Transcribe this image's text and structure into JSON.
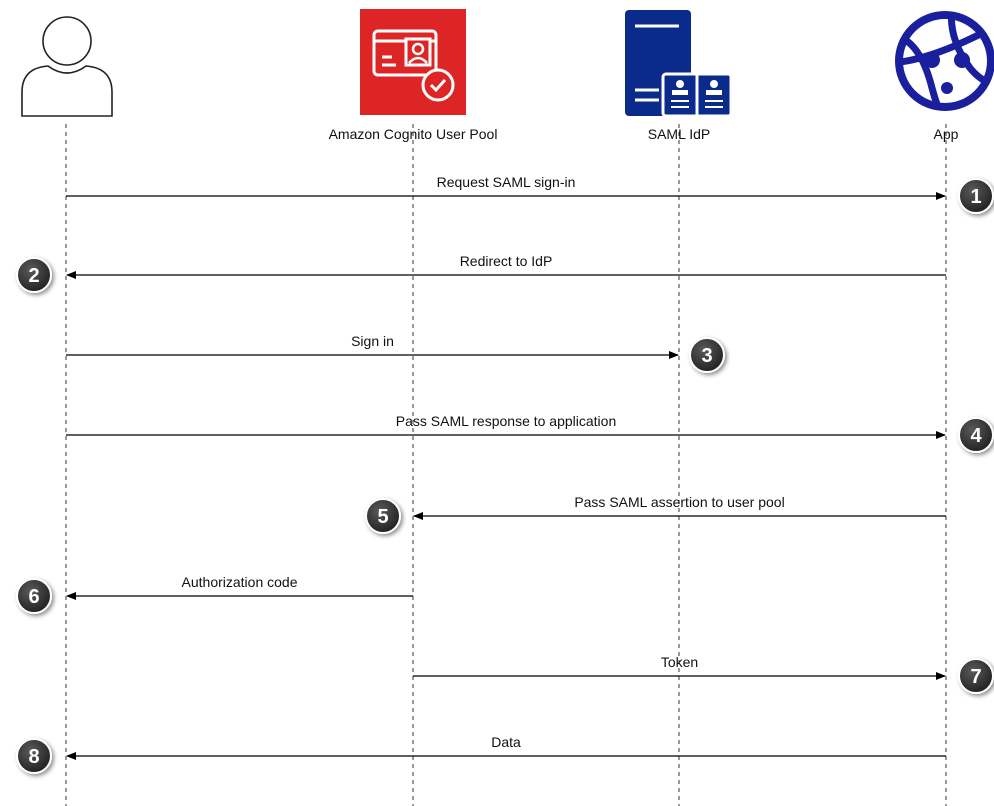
{
  "participants": [
    {
      "id": "user",
      "label": "",
      "icon": "user-icon"
    },
    {
      "id": "cognito",
      "label": "Amazon Cognito User Pool",
      "icon": "cognito-user-pool-icon",
      "color": "#DD2525"
    },
    {
      "id": "idp",
      "label": "SAML IdP",
      "icon": "saml-idp-directory-icon",
      "color": "#0A2A8C"
    },
    {
      "id": "app",
      "label": "App",
      "icon": "app-globe-icon",
      "color": "#1A1F9E"
    }
  ],
  "messages": [
    {
      "step": "1",
      "label": "Request SAML sign-in",
      "from": "user",
      "to": "app"
    },
    {
      "step": "2",
      "label": "Redirect to IdP",
      "from": "app",
      "to": "user"
    },
    {
      "step": "3",
      "label": "Sign in",
      "from": "user",
      "to": "idp"
    },
    {
      "step": "4",
      "label": "Pass SAML response to application",
      "from": "user",
      "to": "app"
    },
    {
      "step": "5",
      "label": "Pass SAML assertion to user pool",
      "from": "app",
      "to": "cognito"
    },
    {
      "step": "6",
      "label": "Authorization code",
      "from": "cognito",
      "to": "user"
    },
    {
      "step": "7",
      "label": "Token",
      "from": "cognito",
      "to": "app"
    },
    {
      "step": "8",
      "label": "Data",
      "from": "app",
      "to": "user"
    }
  ]
}
